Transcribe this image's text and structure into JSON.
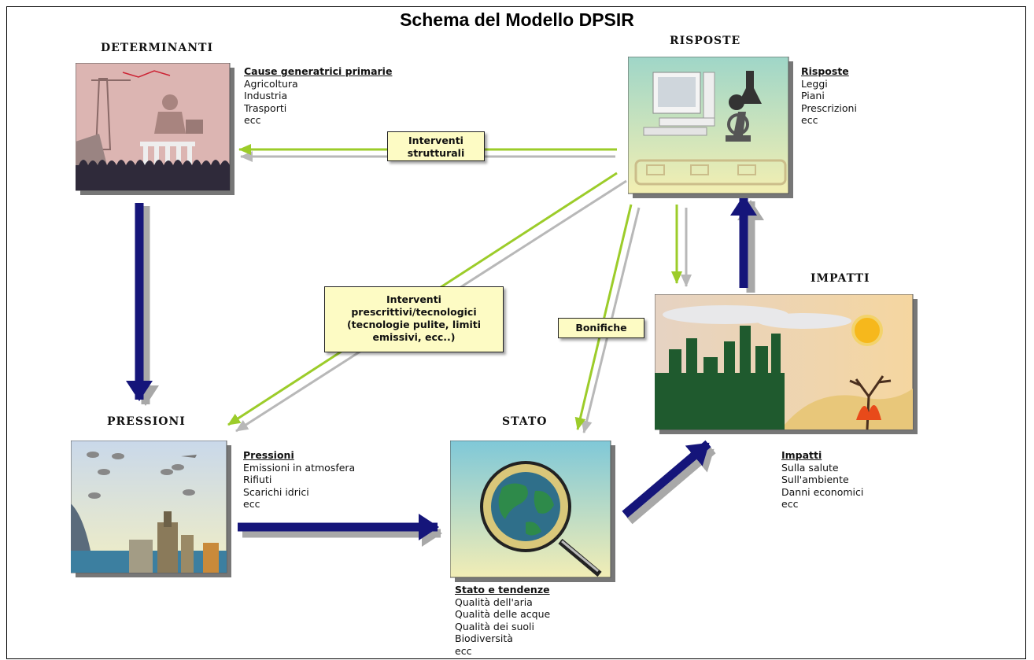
{
  "title": "Schema del Modello DPSIR",
  "colors": {
    "causal_arrow": "#15157a",
    "response_arrow": "#9ccc2a",
    "note_bg": "#fdfbc4"
  },
  "nodes": {
    "determinanti": {
      "heading": "DETERMINANTI",
      "info_title": "Cause generatrici primarie",
      "items": [
        "Agricoltura",
        "Industria",
        "Trasporti",
        "ecc"
      ]
    },
    "risposte": {
      "heading": "RISPOSTE",
      "info_title": "Risposte",
      "items": [
        "Leggi",
        "Piani",
        "Prescrizioni",
        "ecc"
      ]
    },
    "impatti": {
      "heading": "IMPATTI",
      "info_title": "Impatti",
      "items": [
        "Sulla salute",
        "Sull'ambiente",
        "Danni economici",
        "ecc"
      ]
    },
    "pressioni": {
      "heading": "PRESSIONI",
      "info_title": "Pressioni",
      "items": [
        "Emissioni in atmosfera",
        "Rifiuti",
        "Scarichi idrici",
        "ecc"
      ]
    },
    "stato": {
      "heading": "STATO",
      "info_title": "Stato e tendenze",
      "items": [
        "Qualità dell'aria",
        "Qualità delle acque",
        "Qualità dei suoli",
        "Biodiversità",
        "ecc"
      ]
    }
  },
  "notes": {
    "strutturali": "Interventi strutturali",
    "prescrittivi": "Interventi prescrittivi/tecnologici (tecnologie pulite, limiti emissivi, ecc..)",
    "bonifiche": "Bonifiche"
  }
}
